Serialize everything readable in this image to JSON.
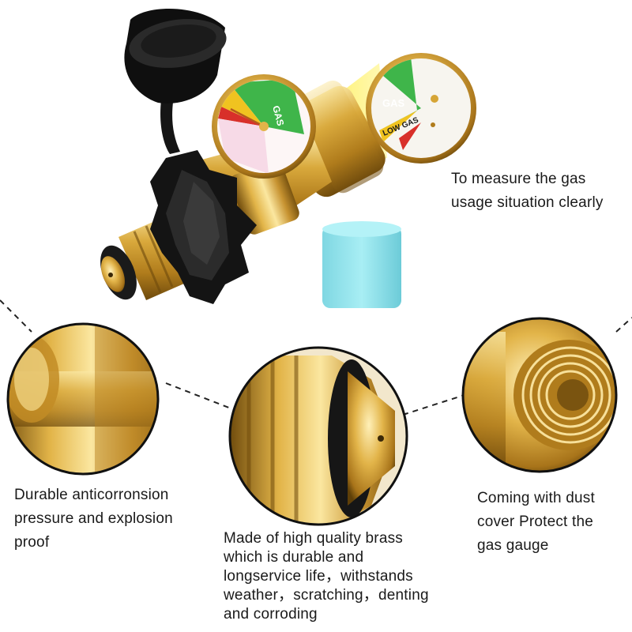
{
  "gauge": {
    "gas_label": "GAS",
    "low_gas_label": "LOW GAS"
  },
  "captions": {
    "gauge": [
      "To measure the gas",
      "usage situation clearly"
    ],
    "durable": [
      "Durable anticorronsion",
      "pressure and explosion",
      "proof"
    ],
    "dust_cover": [
      "Coming with dust",
      "cover Protect the",
      "gas gauge"
    ],
    "brass": [
      "Made of high quality brass",
      "which is durable and",
      "longservice life，withstands",
      "weather，scratching，denting",
      "and corroding"
    ]
  },
  "colors": {
    "brass_light": "#f6dc85",
    "brass_mid": "#d6a536",
    "brass_dark": "#7a5410",
    "cap_black": "#111111",
    "dust_cover_blue": "#8fe3ec",
    "gauge_green": "#3fb54a",
    "gauge_yellow": "#f0c320",
    "gauge_red": "#d8302a",
    "highlight_yellow": "#fff36a"
  }
}
